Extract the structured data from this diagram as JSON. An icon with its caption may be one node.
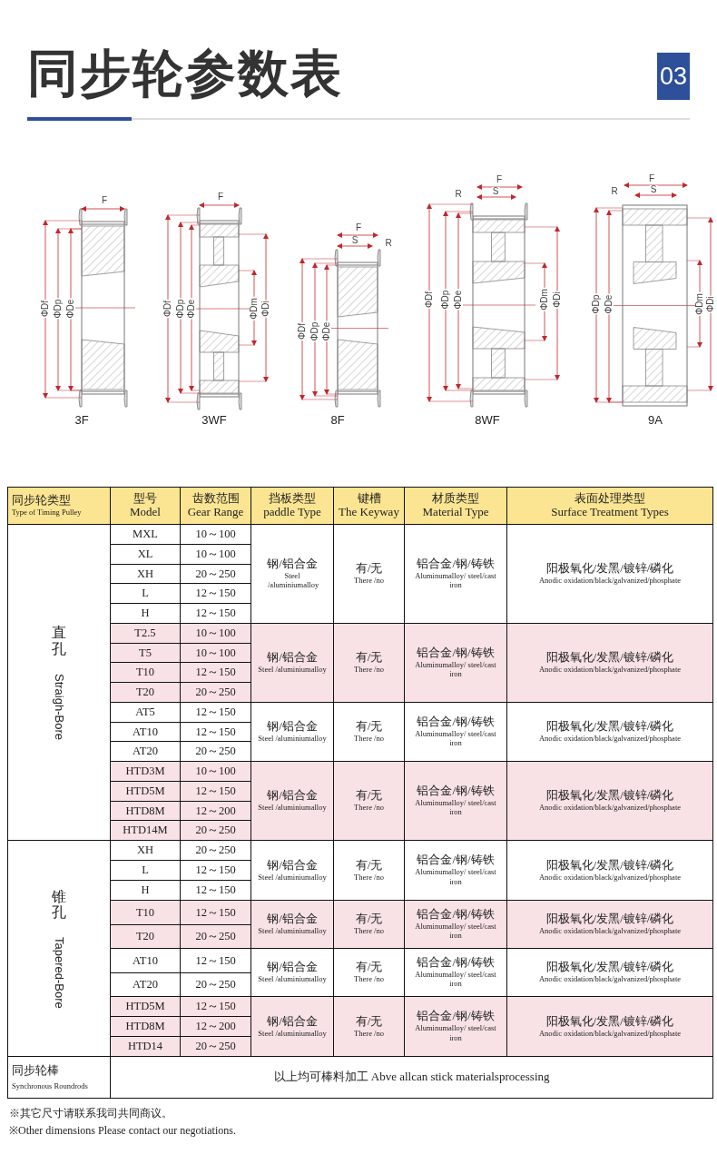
{
  "diagram": {
    "title": "同步轮参数表",
    "labels": [
      "03",
      "F",
      "ΦDf",
      "ΦDp",
      "ΦDe",
      "3F",
      "F",
      "ΦDf",
      "ΦDp",
      "ΦDe",
      "ΦDm",
      "ΦDi",
      "3WF",
      "F",
      "S",
      "R",
      "ΦDf",
      "ΦDp",
      "ΦDe",
      "8F",
      "F",
      "R",
      "S",
      "ΦDf",
      "ΦDp",
      "ΦDe",
      "ΦDm",
      "ΦDi",
      "8WF",
      "F",
      "R",
      "S",
      "ΦDp",
      "ΦDe",
      "ΦDm",
      "ΦDi",
      "9A",
      "同步轮类型",
      "Type of Timing Pulley",
      "型号",
      "Model",
      "齿数范围",
      "Gear Range",
      "挡板类型",
      "paddle Type",
      "键槽",
      "The Keyway",
      "材质类型",
      "Material Type",
      "表面处理类型",
      "Surface Treatment Types",
      "直孔",
      "Straigh-Bore",
      "MXL",
      "10～100",
      "钢/铝合金",
      "Steel /aluminiumalloy",
      "有/无",
      "There /no",
      "铝合金/钢/铸铁",
      "Aluminumalloy/ steel/cast iron",
      "阳极氧化/发黑/镀锌/磷化",
      "Anodic oxidation/black/galvanized/phosphate",
      "XL",
      "10～100",
      "XH",
      "20～250",
      "L",
      "12～150",
      "H",
      "12～150",
      "T2.5",
      "10～100",
      "钢/铝合金",
      "Steel /aluminiumalloy",
      "有/无",
      "There /no",
      "铝合金/钢/铸铁",
      "Aluminumalloy/ steel/cast iron",
      "阳极氧化/发黑/镀锌/磷化",
      "Anodic oxidation/black/galvanized/phosphate",
      "T5",
      "10～100",
      "T10",
      "12～150",
      "T20",
      "20～250",
      "AT5",
      "12～150",
      "钢/铝合金",
      "Steel /aluminiumalloy",
      "有/无",
      "There /no",
      "铝合金/钢/铸铁",
      "Aluminumalloy/ steel/cast iron",
      "阳极氧化/发黑/镀锌/磷化",
      "Anodic oxidation/black/galvanized/phosphate",
      "AT10",
      "12～150",
      "AT20",
      "20～250",
      "HTD3M",
      "10～100",
      "钢/铝合金",
      "Steel /aluminiumalloy",
      "有/无",
      "There /no",
      "铝合金/钢/铸铁",
      "Aluminumalloy/ steel/cast iron",
      "阳极氧化/发黑/镀锌/磷化",
      "Anodic oxidation/black/galvanized/phosphate",
      "HTD5M",
      "12～150",
      "HTD8M",
      "12～200",
      "HTD14M",
      "20～250",
      "锥孔",
      "Tapered-Bore",
      "XH",
      "20～250",
      "钢/铝合金",
      "Steel /aluminiumalloy",
      "有/无",
      "There /no",
      "铝合金/钢/铸铁",
      "Aluminumalloy/ steel/cast iron",
      "阳极氧化/发黑/镀锌/磷化",
      "Anodic oxidation/black/galvanized/phosphate",
      "L",
      "12～150",
      "H",
      "12～150",
      "T10",
      "12～150",
      "钢/铝合金",
      "Steel /aluminiumalloy",
      "有/无",
      "There /no",
      "铝合金/钢/铸铁",
      "Aluminumalloy/ steel/cast iron",
      "阳极氧化/发黑/镀锌/磷化",
      "Anodic oxidation/black/galvanized/phosphate",
      "T20",
      "20～250",
      "AT10",
      "12～150",
      "钢/铝合金",
      "Steel /aluminiumalloy",
      "有/无",
      "There /no",
      "铝合金/钢/铸铁",
      "Aluminumalloy/ steel/cast iron",
      "阳极氧化/发黑/镀锌/磷化",
      "Anodic oxidation/black/galvanized/phosphate",
      "AT20",
      "20～250",
      "HTD5M",
      "12～150",
      "钢/铝合金",
      "Steel /aluminiumalloy",
      "有/无",
      "There /no",
      "铝合金/钢/铸铁",
      "Aluminumalloy/ steel/cast iron",
      "阳极氧化/发黑/镀锌/磷化",
      "Anodic oxidation/black/galvanized/phosphate",
      "HTD8M",
      "12～200",
      "HTD14",
      "20～250",
      "同步轮棒",
      "Synchronous Roundrods",
      "以上均可棒料加工 Abve allcan stick materialsprocessing",
      "※其它尺寸请联系我司共同商议。",
      "※Other dimensions Please contact our negotiations."
    ]
  }
}
